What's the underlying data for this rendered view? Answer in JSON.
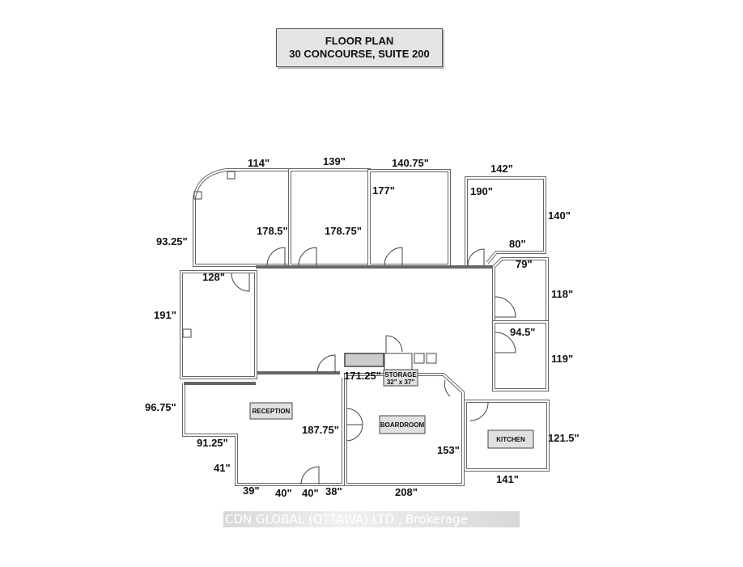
{
  "title": {
    "line1": "FLOOR PLAN",
    "line2": "30 CONCOURSE, SUITE 200"
  },
  "rooms": {
    "reception": "RECEPTION",
    "boardroom": "BOARDROOM",
    "kitchen": "KITCHEN",
    "storage": "STORAGE",
    "storage_size": "32\" x 37\""
  },
  "dimensions": {
    "office1_top": "114\"",
    "office1_left": "93.25\"",
    "office1_depth": "178.5\"",
    "office2_top": "139\"",
    "office2_depth": "178.75\"",
    "office3_top": "140.75\"",
    "office3_depth": "177\"",
    "office4_top": "142\"",
    "office4_left": "190\"",
    "office4_right": "140\"",
    "office4_bottom": "80\"",
    "office5_top": "79\"",
    "office5_right": "118\"",
    "office6_top": "94.5\"",
    "office6_right": "119\"",
    "office7_top": "128\"",
    "office7_left": "191\"",
    "storage_wall": "171.25\"",
    "reception_left": "96.75\"",
    "reception_step": "91.25\"",
    "reception_step_h": "41\"",
    "reception_right": "187.75\"",
    "bottom_39": "39\"",
    "bottom_40a": "40\"",
    "bottom_40b": "40\"",
    "bottom_38": "38\"",
    "boardroom_bottom": "208\"",
    "boardroom_right": "153\"",
    "kitchen_right": "121.5\"",
    "kitchen_bottom": "141\""
  },
  "watermark": "CDN GLOBAL (OTTAWA) LTD., Brokerage"
}
